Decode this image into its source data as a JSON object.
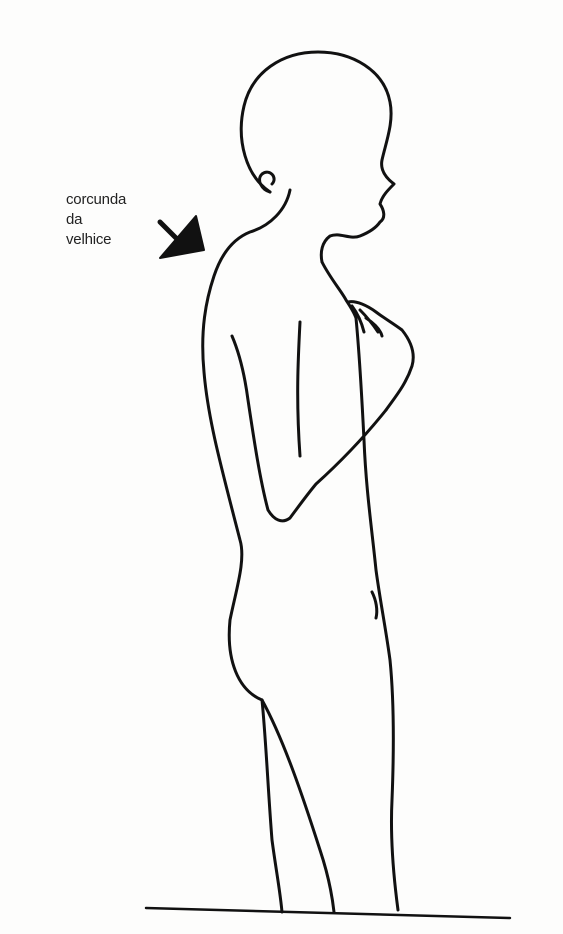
{
  "annotation": {
    "lines": [
      "corcunda",
      "da",
      "velhice"
    ]
  },
  "colors": {
    "ink": "#111111",
    "paper": "#fdfdfc"
  },
  "icons": {
    "pointer": "arrow-icon"
  }
}
